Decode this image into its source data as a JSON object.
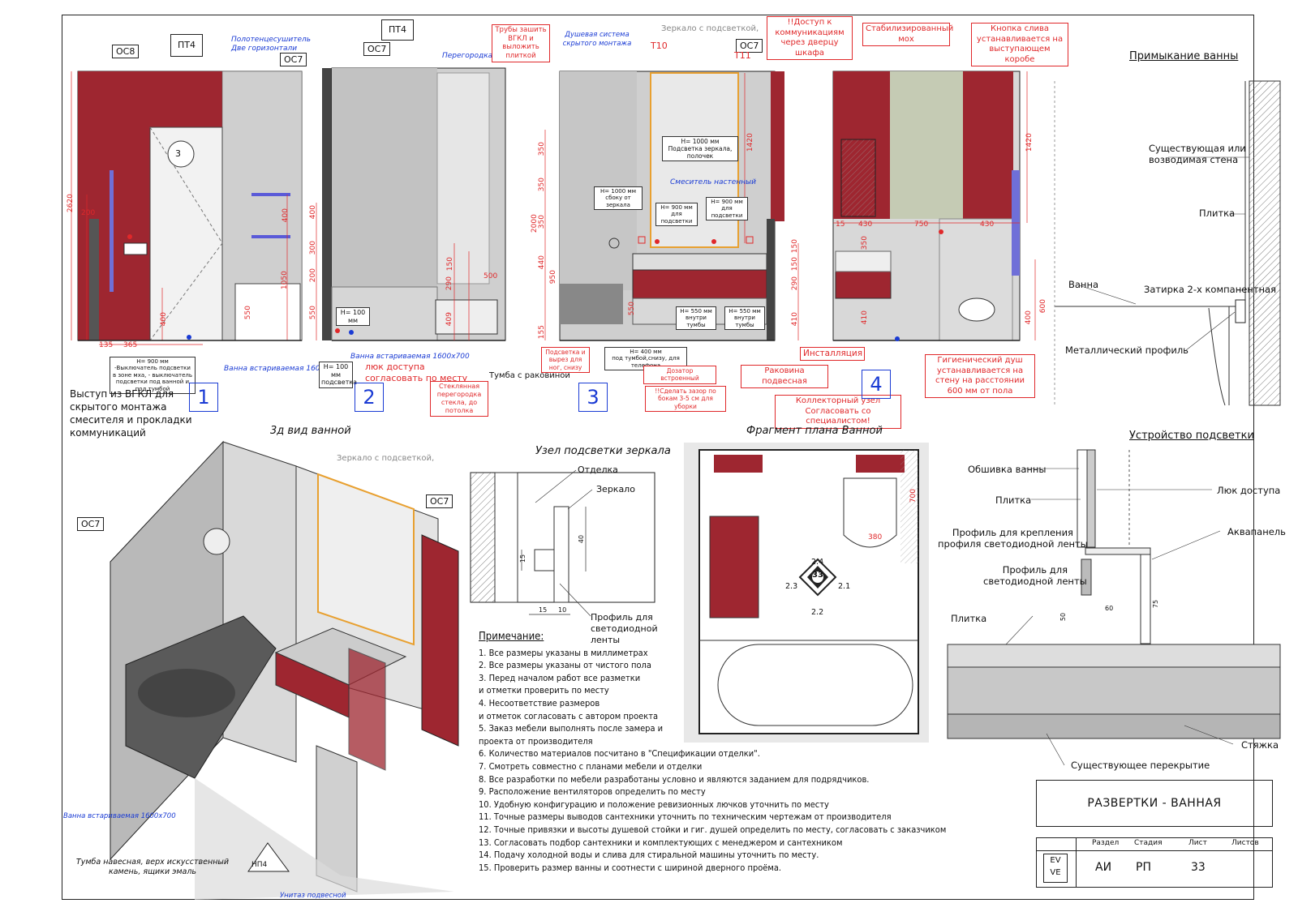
{
  "sheet": {
    "title": "РАЗВЕРТКИ - ВАННАЯ",
    "section_label": "Раздел",
    "stage_label": "Стадия",
    "sheet_label": "Лист",
    "sheets_label": "Листов",
    "section": "АИ",
    "stage": "РП",
    "sheet_no": "33",
    "logo": "EV\nVE"
  },
  "views": {
    "view1": {
      "number": "1",
      "tags": [
        "ОС8",
        "ПТ4",
        "ОС7"
      ],
      "blue_note": "Полотенцесушитель Две горизонтали",
      "bath_label": "Ванна встариваемая 1600x700",
      "switch_note": "H= 900 мм\n-Выключатель подсветки в зоне мха, - выключатель подсветки под ванной и под тумбой",
      "dims": [
        "2620",
        "200",
        "400",
        "1050",
        "550",
        "400",
        "135",
        "365"
      ],
      "door_mark": "3"
    },
    "view2": {
      "number": "2",
      "tags": [
        "ОС7",
        "ПТ4"
      ],
      "partition": "Перегородка",
      "bath_label": "Ванна встариваемая 1600x700",
      "hatch_note": "люк доступа\nсогласовать по месту",
      "glass_note": "Стеклянная перегородка стекла, до потолка",
      "h100": "H= 100 мм",
      "h100b": "H= 100 мм\nподсветка",
      "vanity_note": "Тумба с раковиной",
      "dims": [
        "400",
        "300",
        "200",
        "550",
        "150",
        "290",
        "409",
        "500"
      ]
    },
    "view3": {
      "number": "3",
      "tags": [
        "ОС7"
      ],
      "t10": "T10",
      "t11": "T11",
      "pipes_note": "Трубы зашить ВГКЛ и выложить плиткой",
      "shower_system": "Душевая система скрытого монтажа",
      "mirror_grey": "Зеркало с подсветкой,",
      "mirror_light": "H= 1000 мм\nПодсветка зеркала, полочек",
      "mixer": "Смеситель настенный",
      "h1000": "H= 1000 мм\nсбоку от зеркала",
      "h900a": "H= 900 мм\nдля подсветки",
      "h900b": "H= 900 мм\nдля подсветки",
      "h550a": "H= 550 мм\nвнутри тумбы",
      "h550b": "H= 550 мм\nвнутри тумбы",
      "legs_note": "Подсветка и вырез для ног, снизу",
      "h400": "H= 400 мм\nпод тумбой,снизу, для телефона",
      "dispenser": "Дозатор встроенный",
      "gap_note": "!!Сделать зазор по бокам 3-5 см для уборки",
      "sink_note": "Раковина подвесная",
      "dims": [
        "350",
        "350",
        "2000",
        "350",
        "440",
        "950",
        "155",
        "150",
        "1420",
        "150",
        "290",
        "410",
        "550"
      ]
    },
    "view4": {
      "number": "4",
      "access_note": "!!Доступ к коммуникациям через дверцу шкафа",
      "moss_note": "Стабилизированный мох",
      "flush_note": "Кнопка слива устанавливается на выступающем коробе",
      "install_note": "Инсталляция",
      "collector_note": "Коллекторный узел\nСогласовать со специалистом!",
      "hyg_note": "Гигиенический душ устанавливается на стену на расстоянии 600 мм от пола",
      "dims": [
        "15",
        "430",
        "750",
        "430",
        "350",
        "410",
        "400",
        "600",
        "1420"
      ]
    }
  },
  "view3d": {
    "title": "3д вид ванной",
    "niche_note": "Выступ из ВГКЛ для скрытого монтажа смесителя и прокладки коммуникаций",
    "mirror_note": "Зеркало с подсветкой,",
    "tags": [
      "ОС7",
      "ОС7"
    ],
    "bath_label": "Ванна встариваемая 1600x700",
    "vanity_note": "Тумба навесная, верх искусственный камень, ящики эмаль",
    "toilet_note": "Унитаз подвесной",
    "np_tag": "НП4"
  },
  "mirror_node": {
    "title": "Узел подсветки зеркала",
    "finish": "Отделка",
    "mirror": "Зеркало",
    "profile": "Профиль для светодиодной ленты",
    "dims": [
      "15",
      "40",
      "15",
      "10"
    ]
  },
  "plan": {
    "title": "Фрагмент плана Ванной",
    "marker": "33",
    "m_top": "2.4",
    "m_left": "2.3",
    "m_right": "2.1",
    "m_bottom": "2.2",
    "dims": [
      "700",
      "380"
    ]
  },
  "bath_junction": {
    "title": "Примыкание ванны",
    "wall": "Существующая или возводимая стена",
    "tile": "Плитка",
    "bath": "Ванна",
    "grout": "Затирка 2-х компанентная",
    "profile": "Металлический профиль"
  },
  "lighting_device": {
    "title": "Устройство подсветки",
    "bath_cladding": "Обшивка ванны",
    "tile1": "Плитка",
    "hatch": "Люк доступа",
    "profile_mount": "Профиль для крепления\nпрофиля светодиодной ленты",
    "aquapanel": "Аквапанель",
    "profile_led": "Профиль для\nсветодиодной ленты",
    "tile2": "Плитка",
    "screed": "Стяжка",
    "slab": "Существующее перекрытие",
    "dims": [
      "60",
      "50",
      "75"
    ]
  },
  "notes": {
    "title": "Примечание:",
    "items": [
      "1. Все размеры указаны в миллиметрах",
      "2. Все размеры указаны от чистого пола",
      "3. Перед началом работ все разметки",
      "   и отметки проверить по месту",
      "4. Несоответствие размеров",
      "   и отметок согласовать с автором проекта",
      "5. Заказ мебели выполнять после замера и",
      "   проекта от производителя",
      "6. Количество материалов посчитано в \"Спецификации отделки\".",
      "7. Смотреть совместно с планами мебели  и отделки",
      "8. Все разработки по мебели разработаны условно и являются заданием для подрядчиков.",
      "9. Расположение вентиляторов определить по месту",
      "10. Удобную конфигурацию и положение ревизионных лючков уточнить по месту",
      "11. Точные размеры выводов сантехники уточнить по техническим чертежам от производителя",
      "12. Точные привязки и высоты душевой стойки и гиг. душей определить по месту, согласовать с заказчиком",
      "13. Согласовать подбор сантехники и комплектующих с менеджером и сантехником",
      "14. Подачу холодной воды и слива для стиральной машины уточнить по месту.",
      "15. Проверить размер ванны и соотнести с шириной дверного проёма."
    ]
  },
  "colors": {
    "accent_red": "#e0282a",
    "wall_red": "#9e2630",
    "blue": "#1a3bd4",
    "wall_grey": "#c9c9c9",
    "moss_green": "#c5cbb4"
  }
}
